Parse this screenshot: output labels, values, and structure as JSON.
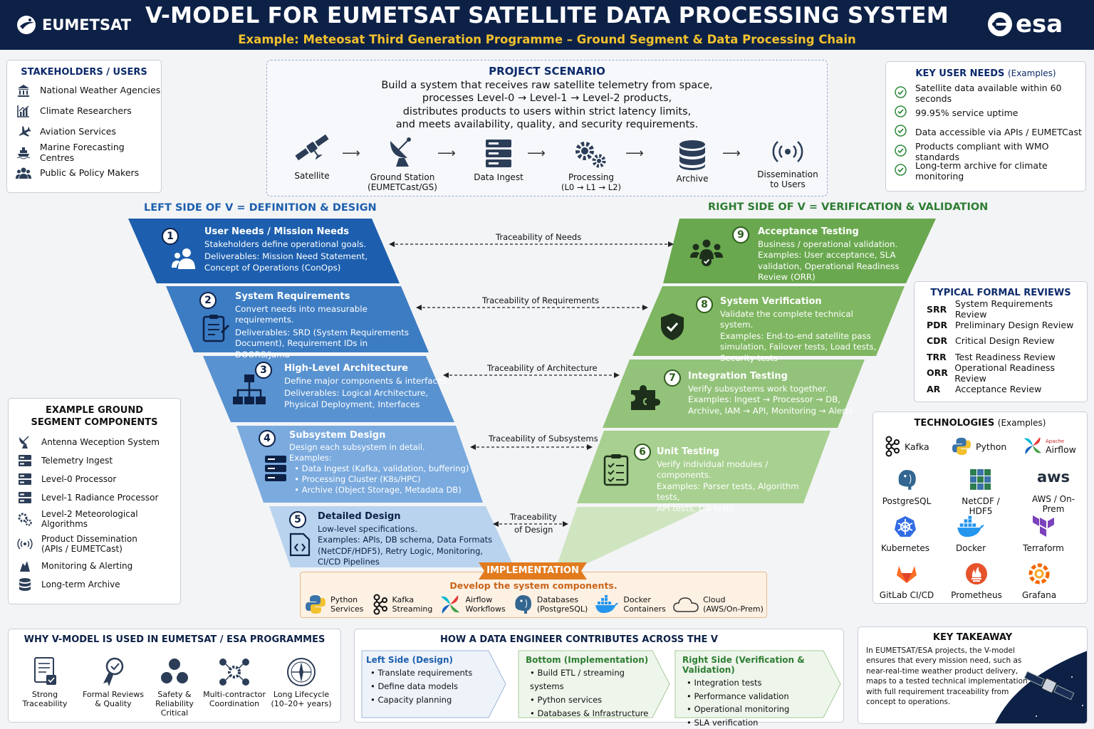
{
  "header": {
    "title": "V-MODEL FOR EUMETSAT SATELLITE DATA PROCESSING SYSTEM",
    "subtitle": "Example: Meteosat Third Generation Programme – Ground Segment & Data Processing Chain",
    "left_logo": "EUMETSAT",
    "right_logo": "esa"
  },
  "stakeholders": {
    "title": "STAKEHOLDERS / USERS",
    "items": [
      {
        "label": "National Weather Agencies",
        "icon": "building-icon"
      },
      {
        "label": "Climate Researchers",
        "icon": "chart-icon"
      },
      {
        "label": "Aviation Services",
        "icon": "airplane-icon"
      },
      {
        "label": "Marine Forecasting Centres",
        "icon": "ship-icon"
      },
      {
        "label": "Public & Policy Makers",
        "icon": "people-icon"
      }
    ]
  },
  "scenario": {
    "title": "PROJECT SCENARIO",
    "lines": [
      "Build a system that receives raw satellite telemetry from space,",
      "processes Level-0 → Level-1 → Level-2 products,",
      "distributes products to users within strict latency limits,",
      "and meets availability, quality, and security requirements."
    ],
    "flow": [
      {
        "label": "Satellite",
        "sub": "",
        "icon": "satellite-icon"
      },
      {
        "label": "Ground Station",
        "sub": "(EUMETCast/GS)",
        "icon": "dish-icon"
      },
      {
        "label": "Data Ingest",
        "sub": "",
        "icon": "server-icon"
      },
      {
        "label": "Processing",
        "sub": "(L0 → L1 → L2)",
        "icon": "gears-icon"
      },
      {
        "label": "Archive",
        "sub": "",
        "icon": "database-icon"
      },
      {
        "label": "Dissemination",
        "sub": "to Users",
        "icon": "broadcast-icon"
      }
    ]
  },
  "needs": {
    "title": "KEY USER NEEDS",
    "title_note": "(Examples)",
    "items": [
      "Satellite data available within 60 seconds",
      "99.95% service uptime",
      "Data accessible via APIs / EUMETCast",
      "Products compliant with WMO standards",
      "Long-term archive for climate monitoring"
    ]
  },
  "vmodel": {
    "left_title": "LEFT SIDE OF V = DEFINITION & DESIGN",
    "right_title": "RIGHT SIDE OF V = VERIFICATION & VALIDATION",
    "left": [
      {
        "num": "1",
        "title": "User Needs / Mission Needs",
        "lines": [
          "Stakeholders define operational goals.",
          "Deliverables: Mission Need Statement,",
          "Concept of Operations (ConOps)"
        ],
        "color": "#1d5fae"
      },
      {
        "num": "2",
        "title": "System Requirements",
        "lines": [
          "Convert needs into measurable requirements.",
          "Deliverables: SRD (System Requirements",
          "Document), Requirement IDs in",
          "DOORS/Jama"
        ],
        "color": "#3c7cc3"
      },
      {
        "num": "3",
        "title": "High-Level Architecture",
        "lines": [
          "Define major components & interfaces.",
          "Deliverables: Logical Architecture,",
          "Physical Deployment, Interfaces"
        ],
        "color": "#5992d0"
      },
      {
        "num": "4",
        "title": "Subsystem Design",
        "lines": [
          "Design each subsystem in detail.",
          "Examples:",
          "  • Data Ingest (Kafka, validation, buffering)",
          "  • Processing Cluster (K8s/HPC)",
          "  • Archive (Object Storage, Metadata DB)"
        ],
        "color": "#7aaade"
      },
      {
        "num": "5",
        "title": "Detailed Design",
        "lines": [
          "Low-level specifications.",
          "Examples: APIs, DB schema, Data Formats",
          "(NetCDF/HDF5), Retry Logic, Monitoring,",
          "CI/CD Pipelines"
        ],
        "color": "#b9d3ee"
      }
    ],
    "right": [
      {
        "num": "9",
        "title": "Acceptance Testing",
        "lines": [
          "Business / operational validation.",
          "Examples: User acceptance, SLA",
          "validation, Operational Readiness",
          "Review (ORR)"
        ],
        "color": "#6aa84f"
      },
      {
        "num": "8",
        "title": "System Verification",
        "lines": [
          "Validate the complete technical system.",
          "Examples: End-to-end satellite pass",
          "simulation, Failover tests, Load tests,",
          "Security tests"
        ],
        "color": "#7fb661"
      },
      {
        "num": "7",
        "title": "Integration Testing",
        "lines": [
          "Verify subsystems work together.",
          "Examples: Ingest → Processor → DB,",
          "Archive, IAM → API, Monitoring → Alerts"
        ],
        "color": "#93c37a"
      },
      {
        "num": "6",
        "title": "Unit Testing",
        "lines": [
          "Verify individual modules / components.",
          "Examples: Parser tests, Algorithm tests,",
          "API tests, DB tests"
        ],
        "color": "#a8d090"
      }
    ],
    "traceability": [
      "Traceability of Needs",
      "Traceability of Requirements",
      "Traceability of Architecture",
      "Traceability of Subsystems",
      "Traceability",
      "of Design"
    ]
  },
  "implementation": {
    "title": "IMPLEMENTATION",
    "subtitle": "Develop the system components.",
    "items": [
      {
        "name": "Python",
        "sub": "Services"
      },
      {
        "name": "Kafka",
        "sub": "Streaming"
      },
      {
        "name": "Airflow",
        "sub": "Workflows"
      },
      {
        "name": "Databases",
        "sub": "(PostgreSQL)"
      },
      {
        "name": "Docker",
        "sub": "Containers"
      },
      {
        "name": "Cloud",
        "sub": "(AWS/On-Prem)"
      }
    ]
  },
  "reviews": {
    "title": "TYPICAL FORMAL REVIEWS",
    "items": [
      {
        "abbr": "SRR",
        "name": "System Requirements Review"
      },
      {
        "abbr": "PDR",
        "name": "Preliminary Design Review"
      },
      {
        "abbr": "CDR",
        "name": "Critical Design Review"
      },
      {
        "abbr": "TRR",
        "name": "Test Readiness Review"
      },
      {
        "abbr": "ORR",
        "name": "Operational Readiness Review"
      },
      {
        "abbr": "AR",
        "name": "Acceptance Review"
      }
    ]
  },
  "technologies": {
    "title": "TECHNOLOGIES",
    "title_note": "(Examples)",
    "items": [
      "Kafka",
      "Python",
      "Airflow",
      "PostgreSQL",
      "NetCDF / HDF5",
      "AWS / On-Prem",
      "Kubernetes",
      "Docker",
      "Terraform",
      "GitLab CI/CD",
      "Prometheus",
      "Grafana"
    ],
    "aws_logo": "aws",
    "airflow_mark": "Apache"
  },
  "components": {
    "title": "EXAMPLE GROUND SEGMENT COMPONENTS",
    "items": [
      "Antenna Weception System",
      "Telemetry Ingest",
      "Level-0 Processor",
      "Level-1 Radiance Processor",
      "Level-2 Meteorological Algorithms",
      "Product Dissemination (APIs / EUMETCast)",
      "Monitoring & Alerting",
      "Long-term Archive"
    ]
  },
  "why": {
    "title": "WHY V-MODEL IS USED IN EUMETSAT / ESA PROGRAMMES",
    "items": [
      {
        "l1": "Strong",
        "l2": "Traceability"
      },
      {
        "l1": "Formal Reviews",
        "l2": "& Quality"
      },
      {
        "l1": "Safety &",
        "l2": "Reliability Critical"
      },
      {
        "l1": "Multi-contractor",
        "l2": "Coordination"
      },
      {
        "l1": "Long Lifecycle",
        "l2": "(10–20+ years)"
      }
    ]
  },
  "engineer": {
    "title": "HOW A DATA ENGINEER CONTRIBUTES ACROSS THE V",
    "columns": [
      {
        "title": "Left Side (Design)",
        "items": [
          "Translate requirements",
          "Define data models",
          "Capacity planning"
        ],
        "color": "#1d5fae"
      },
      {
        "title": "Bottom (Implementation)",
        "items": [
          "Build ETL / streaming systems",
          "Python services",
          "Databases & Infrastructure"
        ],
        "color": "#2e7d32"
      },
      {
        "title": "Right Side (Verification & Validation)",
        "items": [
          "Integration tests",
          "Performance validation",
          "Operational monitoring",
          "SLA verification"
        ],
        "color": "#2e7d32"
      }
    ]
  },
  "takeaway": {
    "title": "KEY TAKEAWAY",
    "lines": [
      "In EUMETSAT/ESA projects, the V-model",
      "ensures that every mission need, such as",
      "near-real-time weather product delivery,",
      "maps to a tested technical implementation",
      "with full requirement traceability from",
      "concept to operations."
    ]
  }
}
